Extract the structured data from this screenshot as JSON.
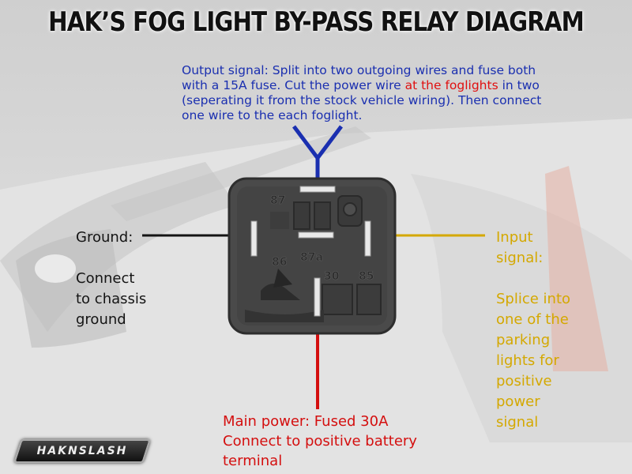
{
  "title": "HAK’S FOG LIGHT BY-PASS RELAY DIAGRAM",
  "output_text": {
    "part1": "Output signal: Split into two outgoing wires and fuse both with a 15A fuse. Cut the power wire ",
    "highlight": "at the foglights",
    "part2": " in two (seperating it from the stock vehicle wiring). Then connect one wire to the each foglight."
  },
  "ground": {
    "heading": "Ground:",
    "desc": [
      "Connect",
      "to chassis",
      "ground"
    ]
  },
  "input": {
    "heading": [
      "Input",
      "signal:"
    ],
    "desc": [
      "Splice into",
      "one of the",
      "parking",
      "lights for",
      "positive",
      "power",
      "signal"
    ]
  },
  "power": {
    "lines": [
      "Main power: Fused 30A",
      "Connect to positive battery",
      "terminal"
    ]
  },
  "relay_pins": {
    "p87": "87",
    "p86": "86",
    "p87a": "87a",
    "p30": "30",
    "p85": "85"
  },
  "logo": "HAKNSLASH",
  "colors": {
    "output_wire": "#1a2fb0",
    "ground_wire": "#141414",
    "input_wire": "#d4a800",
    "power_wire": "#d40f0f",
    "highlight": "#e01010"
  }
}
